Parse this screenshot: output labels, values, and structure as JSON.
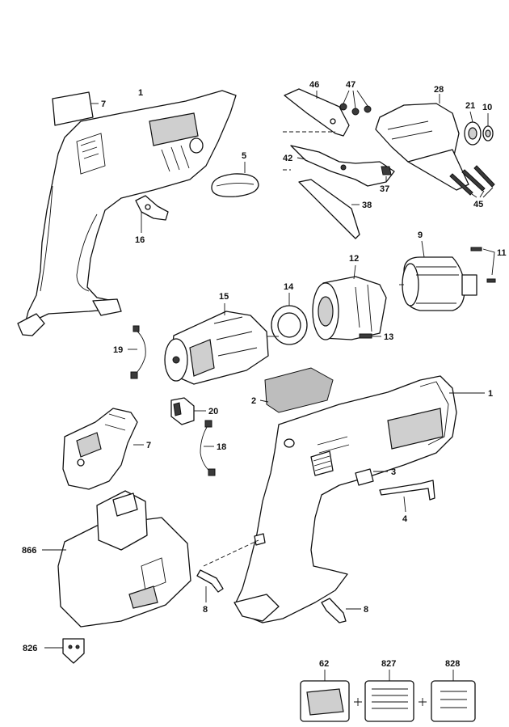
{
  "diagram": {
    "labels": {
      "housing_left": "1",
      "label_plate": "7",
      "sleeve": "5",
      "clip": "16",
      "blade_upper": "46",
      "screws_top": "47",
      "shear_head": "28",
      "collar": "21",
      "washer": "10",
      "blade_lower": "42",
      "pin": "37",
      "screws_side": "45",
      "blade_spare": "38",
      "gear_case": "9",
      "screws_gear": "11",
      "motor_end": "12",
      "spacer_ring": "14",
      "motor": "15",
      "screw_motor": "13",
      "wire_19": "19",
      "switch_trigger": "20",
      "pad": "2",
      "housing_right": "1",
      "switch_assembly": "7",
      "wire_18": "18",
      "lock_button": "3",
      "hex_key": "4",
      "battery": "866",
      "screw_left": "8",
      "screw_right": "8",
      "tag": "826",
      "charger": "62",
      "manual": "827",
      "card": "828"
    }
  }
}
